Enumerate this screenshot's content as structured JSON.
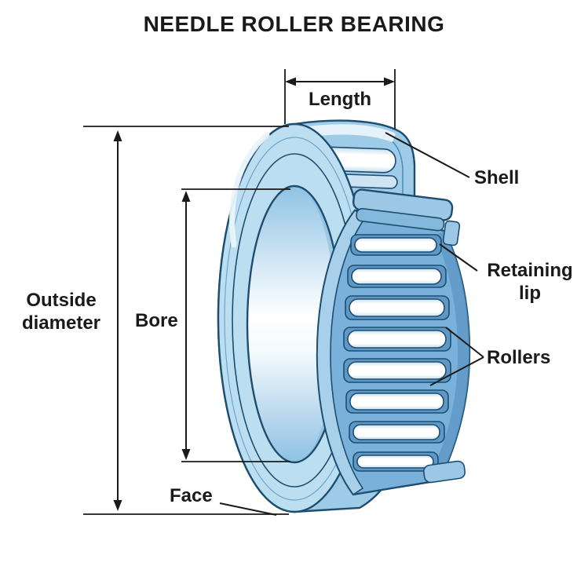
{
  "title": "NEEDLE ROLLER BEARING",
  "labels": {
    "length": "Length",
    "shell": "Shell",
    "retaining_lip": "Retaining lip",
    "rollers": "Rollers",
    "outside_diameter": "Outside diameter",
    "bore": "Bore",
    "face": "Face"
  },
  "colors": {
    "background": "#ffffff",
    "outline": "#1d4e70",
    "shell_fill": "#9ecbe8",
    "face_fill": "#bcdef1",
    "cage_fill": "#7ab1da",
    "cage_light": "#a9d0ea",
    "cage_dark": "#5f98c6",
    "lip_fill": "#9cc7e5",
    "roller_fill": "#ffffff",
    "dimension_line": "#1a1a1a",
    "text": "#1a1a1a"
  }
}
